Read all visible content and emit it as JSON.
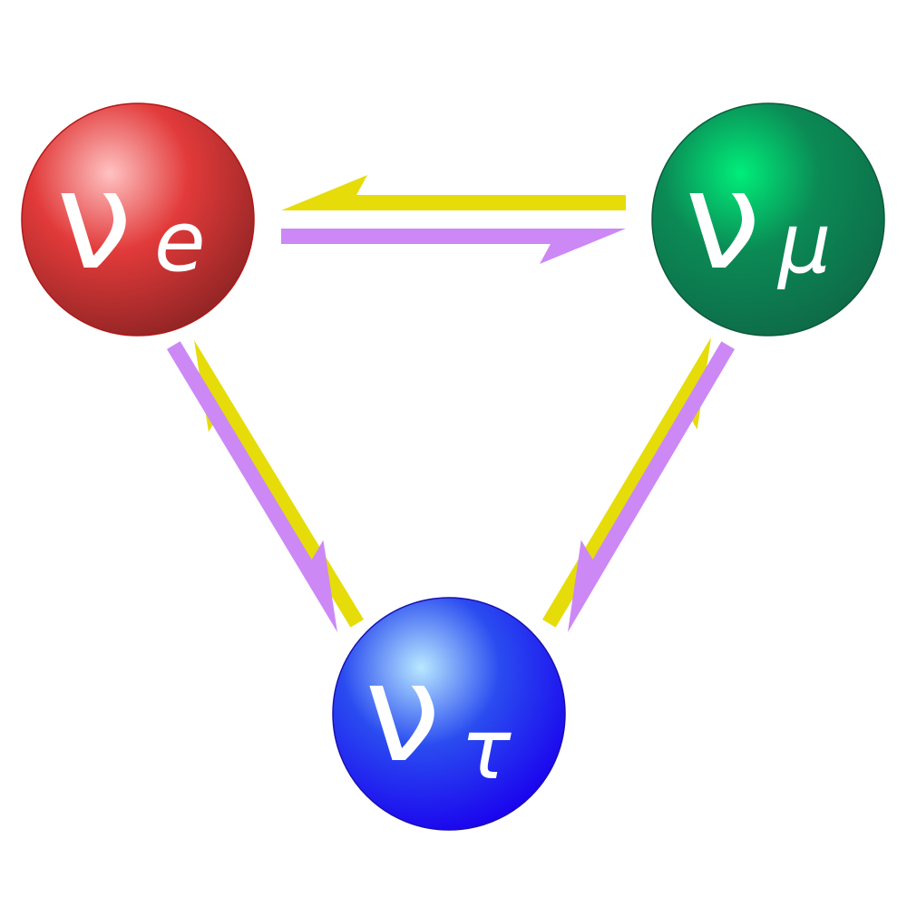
{
  "diagram": {
    "nodes": [
      {
        "id": "electron",
        "symbol": "ν",
        "subscript": "e",
        "base_color": "#e23a3a",
        "dark_color": "#8f2424",
        "highlight_color": "#ffc2c2",
        "outline_color": "#b01818"
      },
      {
        "id": "muon",
        "symbol": "ν",
        "subscript": "μ",
        "base_color": "#0b8a55",
        "dark_color": "#0e6a48",
        "highlight_color": "#00ee7a",
        "outline_color": "#0b5a3c"
      },
      {
        "id": "tau",
        "symbol": "ν",
        "subscript": "τ",
        "base_color": "#2a4cf0",
        "dark_color": "#1a00ee",
        "highlight_color": "#b8e8ff",
        "outline_color": "#1a10b0"
      }
    ],
    "oscillation_colors": {
      "yellow": "#e6dc0a",
      "violet": "#cc88f5"
    }
  }
}
